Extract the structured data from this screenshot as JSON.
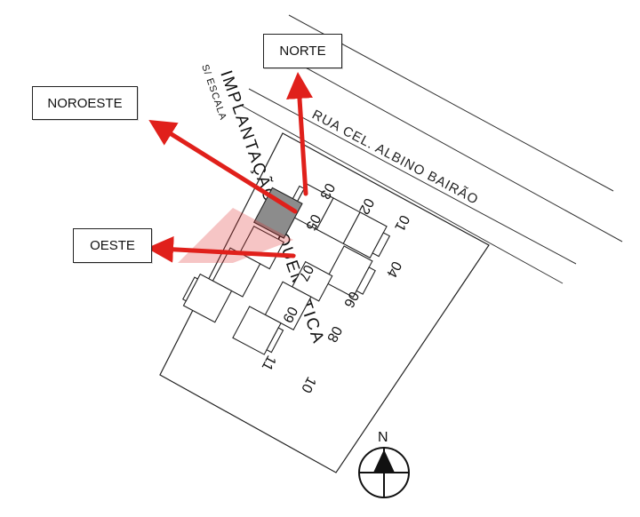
{
  "labels": {
    "norte": "NORTE",
    "noroeste": "NOROESTE",
    "oeste": "OESTE"
  },
  "street": "RUA CEL. ALBINO BAIRÃO",
  "title_line1": "IMPLANTAÇÃO ESQUEMÁTICA",
  "title_line2": "S/ ESCALA",
  "compass_letter": "N",
  "units": [
    "01",
    "02",
    "03",
    "04",
    "05",
    "06",
    "07",
    "08",
    "09",
    "10",
    "11"
  ],
  "colors": {
    "arrow": "#e0201b",
    "highlight_unit": "#8c8c8c",
    "line": "#222222"
  }
}
